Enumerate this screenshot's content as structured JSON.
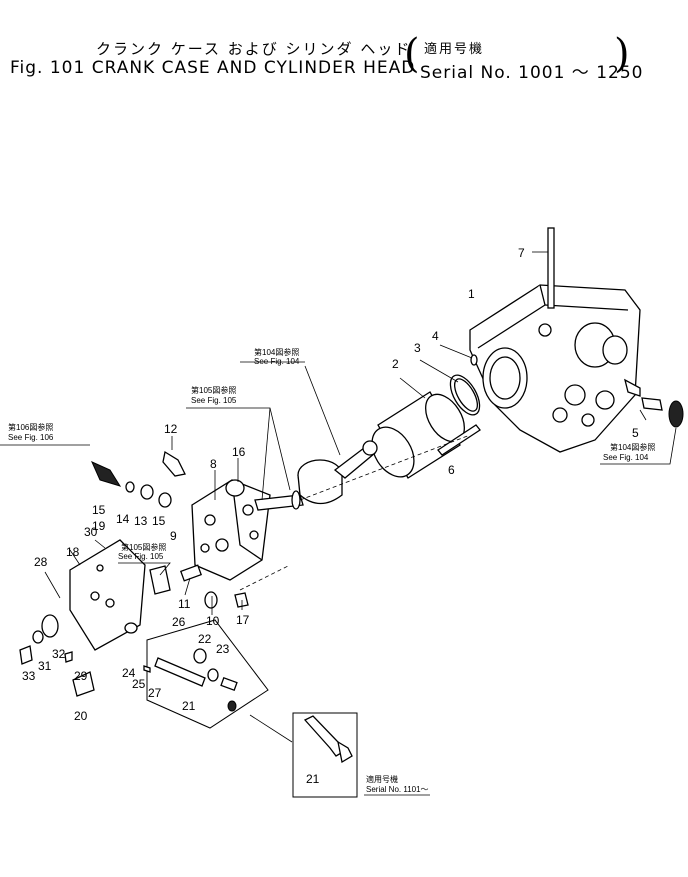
{
  "title": {
    "jp": "クランク ケース および シリンダ ヘッド",
    "en": "Fig. 101 CRANK CASE AND CYLINDER HEAD",
    "serial_jp": "適用号機",
    "serial_en": "Serial No. 1001 ～ 1250"
  },
  "refs": {
    "fig104_top": {
      "jp": "第104図参照",
      "en": "See Fig. 104"
    },
    "fig105_top": {
      "jp": "第105図参照",
      "en": "See Fig. 105"
    },
    "fig106": {
      "jp": "第106図参照",
      "en": "See Fig. 106"
    },
    "fig105_mid": {
      "jp": "第105図参照",
      "en": "See Fig. 105"
    },
    "fig104_right": {
      "jp": "第104図参照",
      "en": "See Fig. 104"
    }
  },
  "inset": {
    "label": "21",
    "serial_jp": "適用号機",
    "serial_en": "Serial No. 1101～"
  },
  "callouts": [
    "1",
    "2",
    "3",
    "4",
    "5",
    "6",
    "7",
    "8",
    "9",
    "10",
    "11",
    "12",
    "13",
    "14",
    "15",
    "15",
    "16",
    "17",
    "18",
    "19",
    "20",
    "21",
    "22",
    "23",
    "24",
    "25",
    "26",
    "27",
    "28",
    "29",
    "30",
    "31",
    "32",
    "33"
  ]
}
